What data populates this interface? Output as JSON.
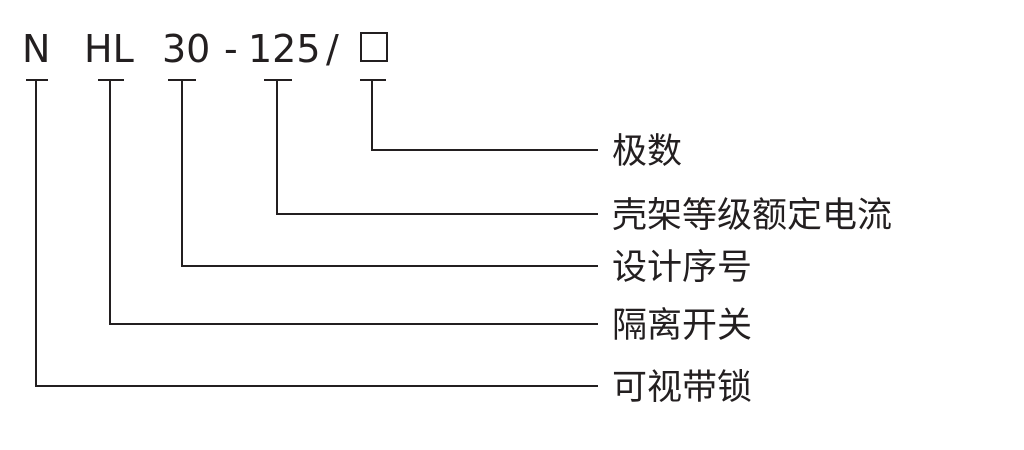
{
  "model_code": {
    "parts": [
      "N",
      "HL",
      "30",
      "-",
      "125",
      "/"
    ],
    "placeholder": "□"
  },
  "labels": [
    "极数",
    "壳架等级额定电流",
    "设计序号",
    "隔离开关",
    "可视带锁"
  ]
}
